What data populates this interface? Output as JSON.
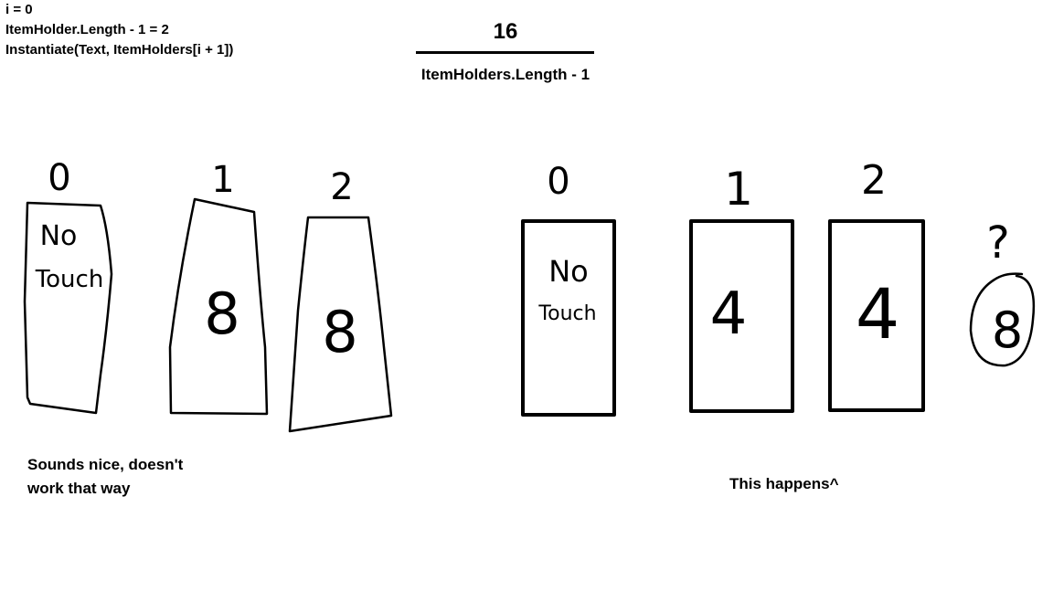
{
  "code_lines": [
    "i = 0",
    "ItemHolder.Length - 1 = 2",
    "Instantiate(Text, ItemHolders[i + 1])"
  ],
  "fraction": {
    "numerator": "16",
    "denominator": "ItemHolders.Length - 1"
  },
  "left_group": {
    "indices": [
      "0",
      "1",
      "2"
    ],
    "holder_texts": [
      [
        "No",
        "Touch"
      ],
      [
        "8"
      ],
      [
        "8"
      ]
    ],
    "caption_lines": [
      "Sounds nice, doesn't",
      "work that way"
    ]
  },
  "right_group": {
    "indices": [
      "0",
      "1",
      "2"
    ],
    "holder_texts": [
      [
        "No",
        "Touch"
      ],
      [
        "4"
      ],
      [
        "4"
      ]
    ],
    "extra_mark": "?",
    "extra_value": "8",
    "caption": "This happens^"
  },
  "colors": {
    "ink": "#000000",
    "background": "#ffffff"
  }
}
